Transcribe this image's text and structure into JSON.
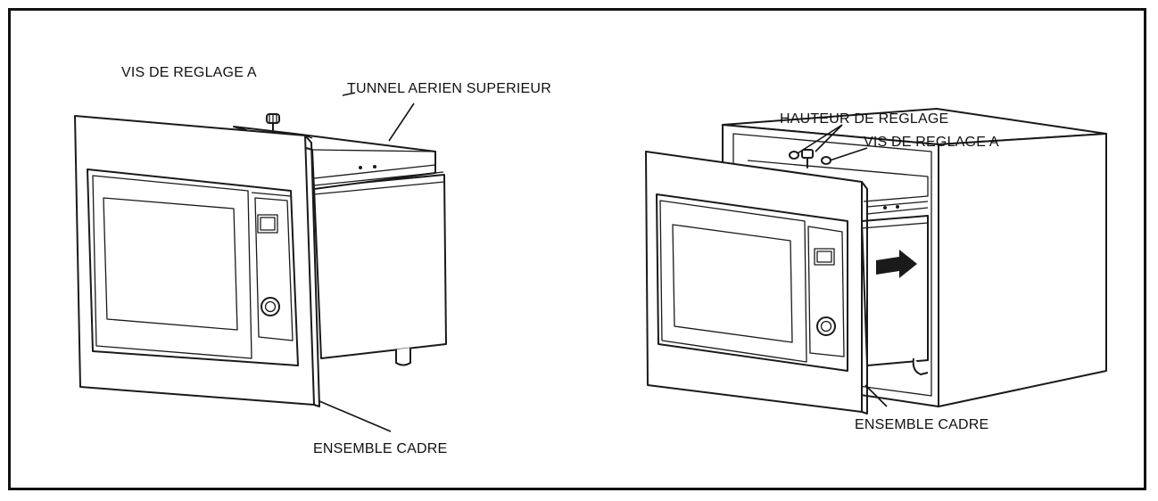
{
  "left_figure": {
    "label_adjust_screw": "VIS DE REGLAGE A",
    "label_upper_tunnel": "TUNNEL AERIEN SUPERIEUR",
    "label_frame_assembly": "ENSEMBLE CADRE"
  },
  "right_figure": {
    "label_height_adjust": "HAUTEUR DE REGLAGE",
    "label_adjust_screw": "VIS DE REGLAGE A",
    "label_frame_assembly": "ENSEMBLE CADRE"
  }
}
